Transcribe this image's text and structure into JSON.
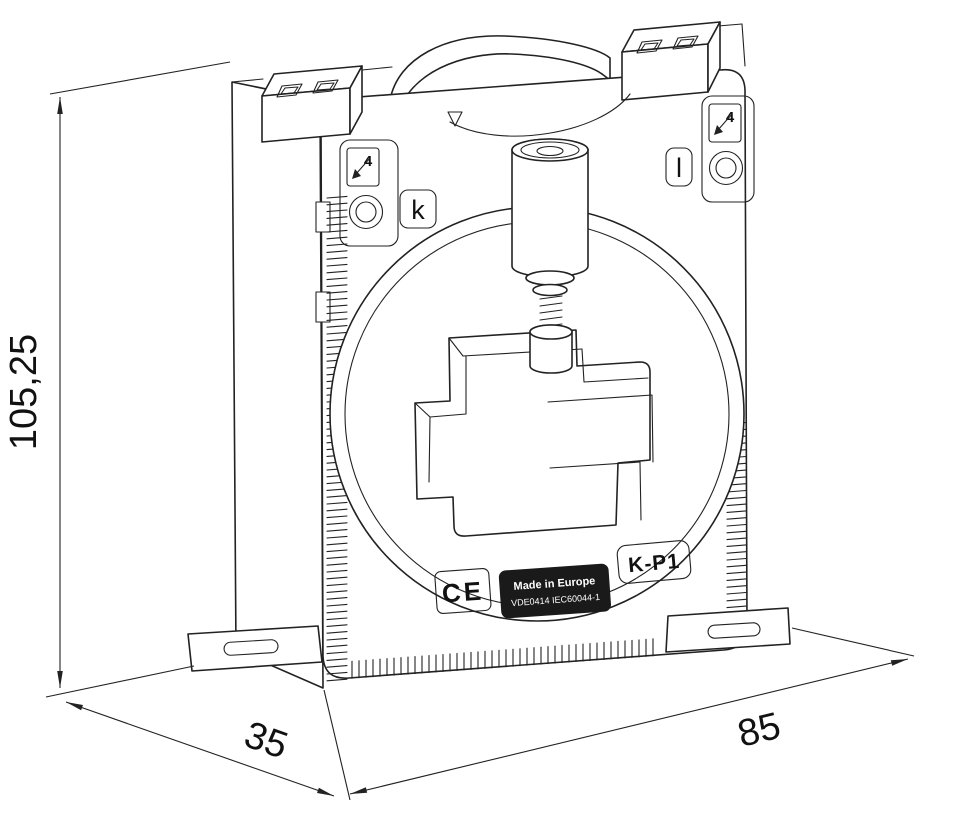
{
  "page": {
    "background": "#ffffff",
    "ink": "#222222"
  },
  "dimensions": {
    "height": "105,25",
    "depth": "35",
    "width": "85"
  },
  "terminals": {
    "left_label": "k",
    "right_label": "l",
    "gauge": "4"
  },
  "markings": {
    "ce": "CE",
    "origin": "Made in Europe",
    "standard": "VDE0414 IEC60044-1",
    "type": "K-P1"
  }
}
